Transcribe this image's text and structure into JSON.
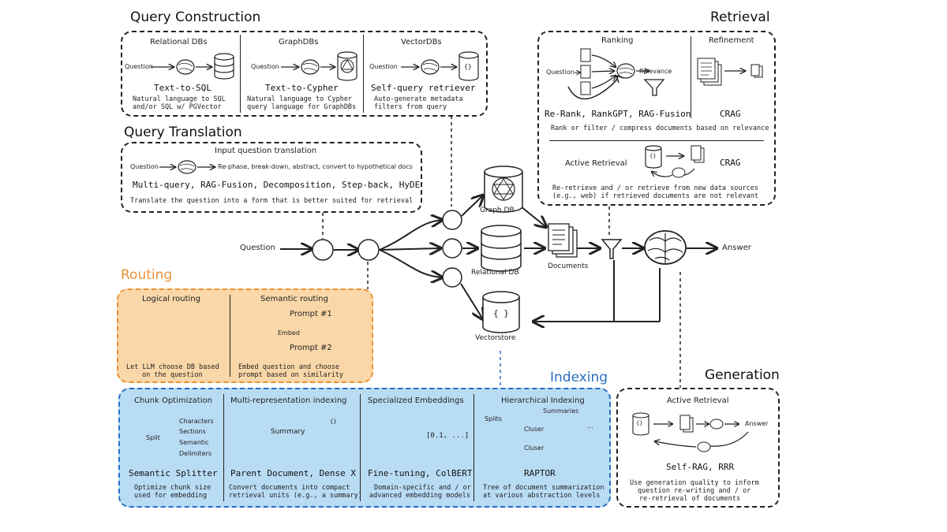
{
  "query_construction": {
    "title": "Query Construction",
    "relational": {
      "header": "Relational DBs",
      "question": "Question",
      "method": "Text-to-SQL",
      "desc1": "Natural language to SQL",
      "desc2": "and/or SQL w/ PGVector"
    },
    "graph": {
      "header": "GraphDBs",
      "question": "Question",
      "method": "Text-to-Cypher",
      "desc1": "Natural language to Cypher",
      "desc2": "query language for GraphDBs"
    },
    "vector": {
      "header": "VectorDBs",
      "question": "Question",
      "method": "Self-query retriever",
      "desc1": "Auto-generate metadata",
      "desc2": "filters from query"
    }
  },
  "query_translation": {
    "title": "Query Translation",
    "header": "Input question translation",
    "question": "Question",
    "flow_text": "Re-phase, break-down, abstract, convert to hypothetical docs",
    "methods": "Multi-query, RAG-Fusion, Decomposition, Step-back, HyDE",
    "desc": "Translate the question into a form that is better suited for retrieval"
  },
  "retrieval": {
    "title": "Retrieval",
    "ranking_header": "Ranking",
    "refinement_header": "Refinement",
    "question": "Question",
    "relevance": "Relevance",
    "ranking_methods": "Re-Rank, RankGPT, RAG-Fusion",
    "refinement_method": "CRAG",
    "desc": "Rank or filter / compress documents based on relevance",
    "active_label": "Active Retrieval",
    "active_method": "CRAG",
    "active_desc1": "Re-retrieve and / or retrieve from new data sources",
    "active_desc2": "(e.g., web) if retrieved documents are not relevant"
  },
  "routing": {
    "title": "Routing",
    "logical_header": "Logical routing",
    "logical_desc1": "Let LLM choose DB based",
    "logical_desc2": "on the question",
    "semantic_header": "Semantic routing",
    "prompt1": "Prompt #1",
    "embed": "Embed",
    "prompt2": "Prompt #2",
    "semantic_desc1": "Embed question and choose",
    "semantic_desc2": "prompt based on similarity",
    "accent_fill": "#FAD7A8",
    "accent_border": "#E8903A",
    "title_color": "#E8903A"
  },
  "indexing": {
    "title": "Indexing",
    "title_color": "#2A6EC0",
    "fill": "#B9DCF5",
    "border": "#2A6EC0",
    "chunk": {
      "header": "Chunk Optimization",
      "split": "Split",
      "items": [
        "Characters",
        "Sections",
        "Semantic",
        "Delimiters"
      ],
      "method": "Semantic Splitter",
      "desc1": "Optimize chunk size",
      "desc2": "used for embedding"
    },
    "multi": {
      "header": "Multi-representation indexing",
      "summary": "Summary",
      "method": "Parent Document, Dense X",
      "desc1": "Convert documents into compact",
      "desc2": "retrieval units (e.g., a summary)"
    },
    "specialized": {
      "header": "Specialized Embeddings",
      "vector": "[0.1, ...]",
      "method": "Fine-tuning, ColBERT",
      "desc1": "Domain-specific and / or",
      "desc2": "advanced embedding models"
    },
    "hierarchical": {
      "header": "Hierarchical Indexing",
      "splits": "Splits",
      "summaries": "Summaries",
      "cluster1": "Cluser",
      "cluster2": "Cluser",
      "ellipsis": "...",
      "method": "RAPTOR",
      "desc1": "Tree of document summarization",
      "desc2": "at various abstraction levels"
    }
  },
  "generation": {
    "title": "Generation",
    "header": "Active Retrieval",
    "answer": "Answer",
    "method": "Self-RAG, RRR",
    "desc1": "Use generation quality to inform",
    "desc2": "question re-writing and / or",
    "desc3": "re-retrieval of documents"
  },
  "flow": {
    "question": "Question",
    "graph_db": "Graph DB",
    "relational_db": "Relational DB",
    "vectorstore": "Vectorstore",
    "documents": "Documents",
    "answer": "Answer"
  }
}
